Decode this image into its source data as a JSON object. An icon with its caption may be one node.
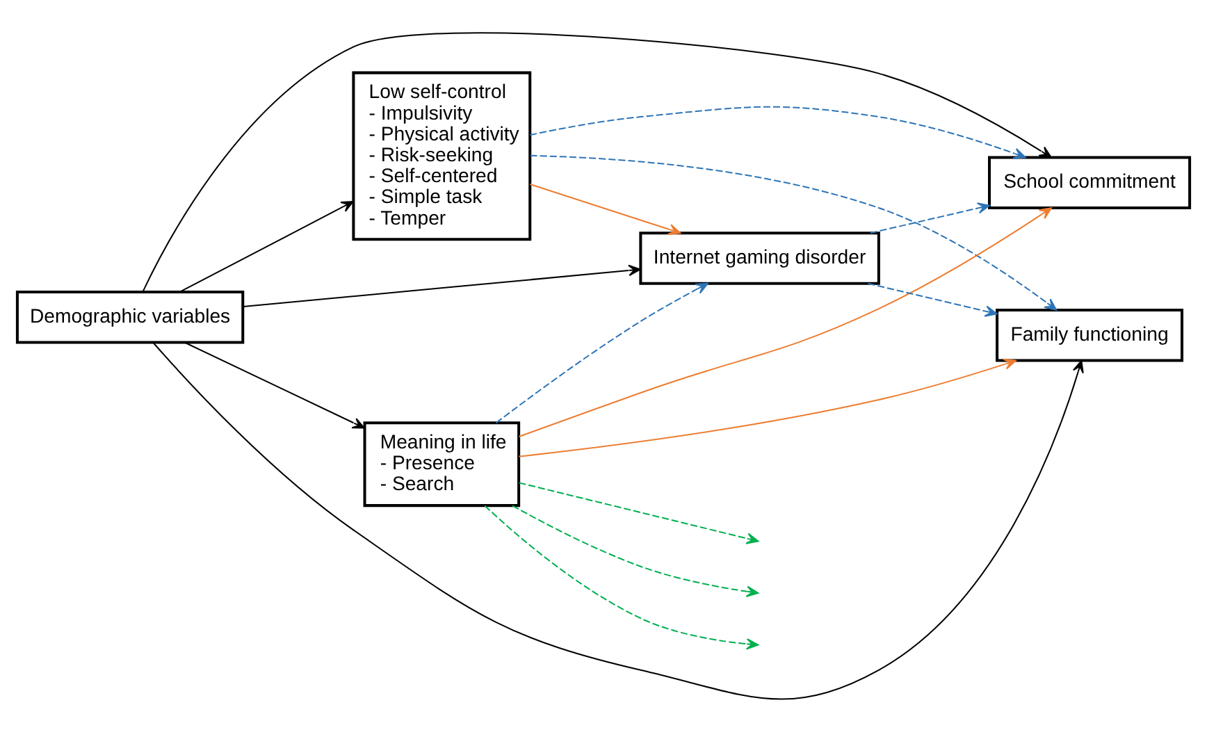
{
  "diagram": {
    "nodes": [
      {
        "text": [
          "Demographic variables"
        ]
      },
      {
        "text": [
          "Low self-control",
          "- Impulsivity",
          "- Physical activity",
          "- Risk-seeking",
          "- Self-centered",
          "- Simple task",
          "- Temper"
        ]
      },
      {
        "text": [
          "Meaning in life",
          "- Presence",
          "- Search"
        ]
      },
      {
        "text": [
          "School commitment"
        ]
      },
      {
        "text": [
          "Internet gaming disorder"
        ]
      },
      {
        "text": [
          "Family functioning"
        ]
      }
    ],
    "edges": [
      {
        "from": 0,
        "to": 1,
        "arrow": "to"
      },
      {
        "from": 0,
        "to": 4,
        "arrow": "to"
      },
      {
        "from": 0,
        "to": 2,
        "arrow": "to"
      },
      {
        "from": 0,
        "to": 3,
        "arrow": "to"
      },
      {
        "from": 0,
        "to": 5,
        "arrow": "to"
      },
      {
        "from": 1,
        "to": 3,
        "arrow": "to",
        "style": "dashed",
        "color": "#2e75b6"
      },
      {
        "from": 1,
        "to": 4,
        "arrow": "to",
        "color": "#ed7d31"
      },
      {
        "from": 1,
        "to": 5,
        "arrow": "to",
        "style": "dashed",
        "color": "#2e75b6"
      },
      {
        "from": 2,
        "to": 3,
        "arrow": "to",
        "color": "#ed7d31"
      },
      {
        "from": 2,
        "to": 4,
        "arrow": "to",
        "style": "dashed",
        "color": "#2e75b6"
      },
      {
        "from": 2,
        "to": 5,
        "arrow": "to",
        "color": "#ed7d31"
      },
      {
        "from": 4,
        "to": 3,
        "arrow": "to",
        "style": "dashed",
        "color": "#2e75b6"
      },
      {
        "from": 4,
        "to": 5,
        "arrow": "to",
        "style": "dashed",
        "color": "#2e75b6"
      },
      {
        "from": 2,
        "to": null,
        "arrow": "to",
        "style": "dashed",
        "color": "#00b050"
      },
      {
        "from": 2,
        "to": null,
        "arrow": "to",
        "style": "dashed",
        "color": "#00b050"
      },
      {
        "from": 2,
        "to": null,
        "arrow": "to",
        "style": "dashed",
        "color": "#00b050"
      }
    ]
  }
}
